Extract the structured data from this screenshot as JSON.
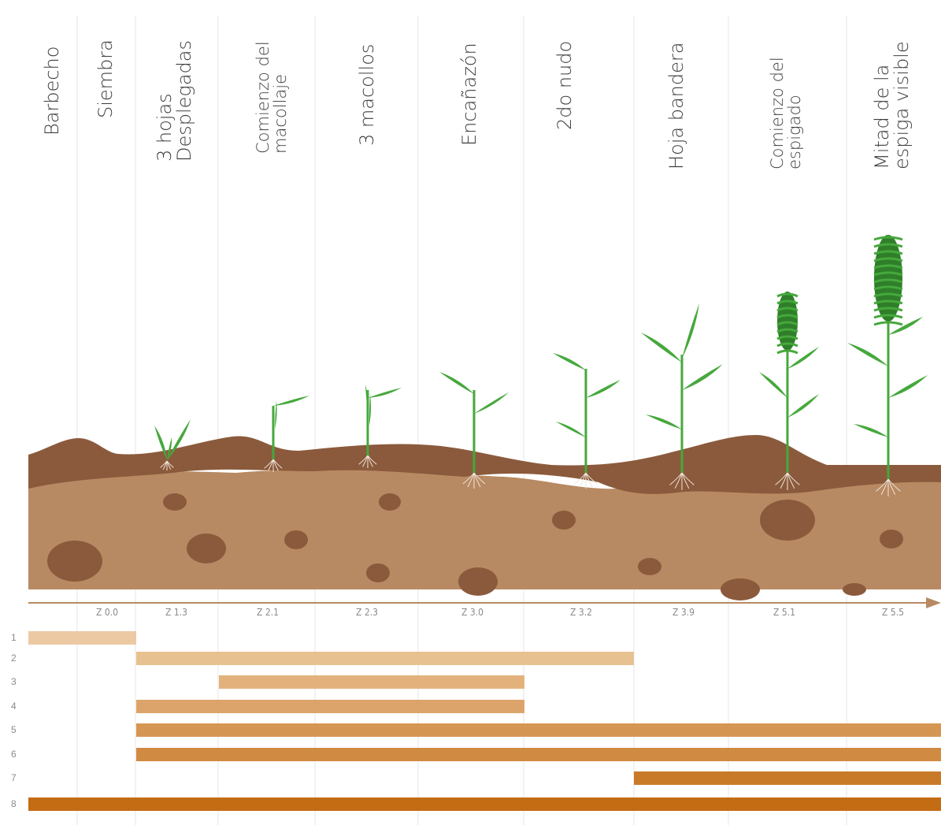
{
  "stages": [
    {
      "lines": [
        "Barbecho"
      ]
    },
    {
      "lines": [
        "Siembra"
      ]
    },
    {
      "lines": [
        "3 hojas",
        "Desplegadas"
      ]
    },
    {
      "lines": [
        "Comienzo del",
        "macollaje"
      ]
    },
    {
      "lines": [
        "3 macollos"
      ]
    },
    {
      "lines": [
        "Encañazón"
      ]
    },
    {
      "lines": [
        "2do nudo"
      ]
    },
    {
      "lines": [
        "Hoja bandera"
      ]
    },
    {
      "lines": [
        "Comienzo del",
        "espigado"
      ]
    },
    {
      "lines": [
        "Mitad de la",
        "espiga visible"
      ]
    }
  ],
  "zadoks": [
    "Z 0.0",
    "Z 1.3",
    "Z 2.1",
    "Z 2.3",
    "Z 3.0",
    "Z 3.2",
    "Z 3.9",
    "Z 5.1",
    "Z 5.5"
  ],
  "bars": [
    {
      "label": "1",
      "from": "Barbecho",
      "to": "Z 0.0",
      "color": "#ecc9a3"
    },
    {
      "label": "2",
      "from": "Z 0.0",
      "to": "Z 3.2",
      "color": "#e8c191"
    },
    {
      "label": "3",
      "from": "Z 1.3",
      "to": "Z 3.0",
      "color": "#e3b27c"
    },
    {
      "label": "4",
      "from": "Z 0.0",
      "to": "Z 3.0",
      "color": "#dca46a"
    },
    {
      "label": "5",
      "from": "Z 0.0",
      "to": "end",
      "color": "#d69653"
    },
    {
      "label": "6",
      "from": "Z 0.0",
      "to": "end",
      "color": "#d18a42"
    },
    {
      "label": "7",
      "from": "Z 3.2",
      "to": "end",
      "color": "#c97a29"
    },
    {
      "label": "8",
      "from": "start",
      "to": "end",
      "color": "#c46c14"
    }
  ],
  "colors": {
    "soil_top": "#8b5a3c",
    "soil_body": "#b88a63",
    "soil_spot": "#8b5a3c",
    "plant": "#46a83c",
    "timeline": "#b88a63",
    "label": "#3d3d3d"
  }
}
